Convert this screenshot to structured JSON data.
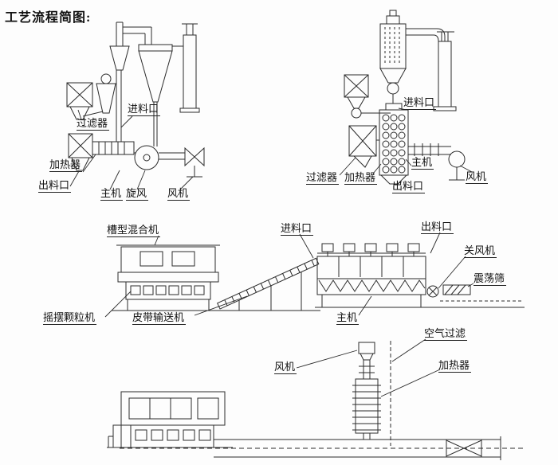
{
  "title": "工艺流程简图:",
  "colors": {
    "ink": "#2b2b2b",
    "background": "#fdfdfd"
  },
  "diagrams": {
    "flash_dryer": {
      "labels": {
        "filter": "过滤器",
        "feed_inlet": "进料口",
        "heater": "加热器",
        "discharge_outlet": "出料口",
        "main_machine": "主机",
        "cyclone": "旋风",
        "fan": "风机"
      }
    },
    "fluid_bed_dryer": {
      "labels": {
        "feed_inlet": "进料口",
        "filter": "过滤器",
        "heater": "加热器",
        "discharge_outlet": "出料口",
        "main_machine": "主机",
        "fan": "风机"
      }
    },
    "granulation_line": {
      "labels": {
        "trough_mixer": "槽型混合机",
        "feed_inlet": "进料口",
        "discharge_outlet": "出料口",
        "airlock_fan": "关风机",
        "vibrating_sieve": "震荡筛",
        "swing_granulator": "摇摆颗粒机",
        "belt_conveyor": "皮带输送机",
        "main_machine": "主机"
      }
    },
    "heating_line": {
      "labels": {
        "air_filter": "空气过滤",
        "fan": "风机",
        "heater": "加热器"
      }
    }
  }
}
